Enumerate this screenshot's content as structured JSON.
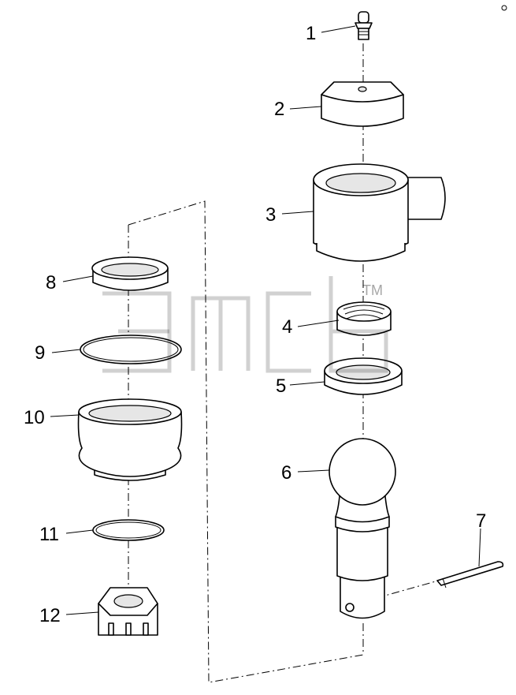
{
  "diagram": {
    "watermark_text": "TM",
    "parts": [
      {
        "number": "1"
      },
      {
        "number": "2"
      },
      {
        "number": "3"
      },
      {
        "number": "4"
      },
      {
        "number": "5"
      },
      {
        "number": "6"
      },
      {
        "number": "7"
      },
      {
        "number": "8"
      },
      {
        "number": "9"
      },
      {
        "number": "10"
      },
      {
        "number": "11"
      },
      {
        "number": "12"
      }
    ]
  }
}
